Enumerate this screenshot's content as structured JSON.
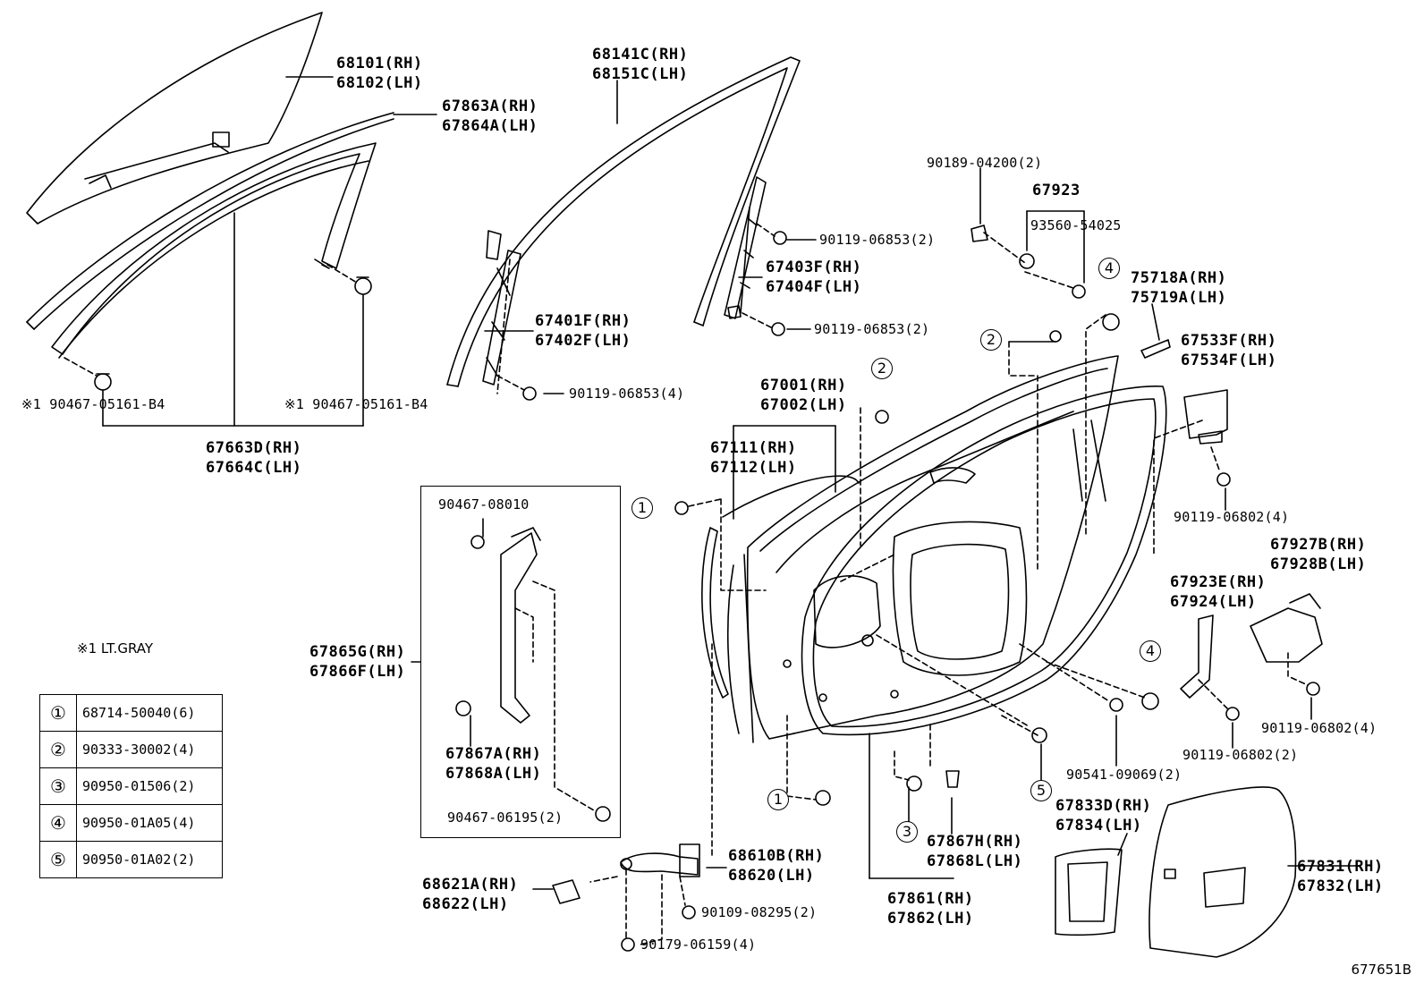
{
  "labels": {
    "glass": [
      "68101(RH)",
      "68102(LH)"
    ],
    "belt_mould": [
      "67863A(RH)",
      "67864A(LH)"
    ],
    "frame_mould": [
      "68141C(RH)",
      "68151C(LH)"
    ],
    "garnish_clip_left": "※1 90467-05161-B4",
    "garnish_clip_right": "※1 90467-05161-B4",
    "frame_garnish": [
      "67663D(RH)",
      "67664C(LH)"
    ],
    "run_channel_front": [
      "67401F(RH)",
      "67402F(LH)"
    ],
    "bolt_front_channel": "90119-06853(4)",
    "run_channel_rear": [
      "67403F(RH)",
      "67404F(LH)"
    ],
    "bolt_rear_top": "90119-06853(2)",
    "bolt_rear_bottom": "90119-06853(2)",
    "clip_top": "90189-04200(2)",
    "set_67923": "67923",
    "set_93560": "93560-54025",
    "door_panel": [
      "67001(RH)",
      "67002(LH)"
    ],
    "door_panel_sub": [
      "67111(RH)",
      "67112(LH)"
    ],
    "seal_tape": [
      "75718A(RH)",
      "75719A(LH)"
    ],
    "bracket": [
      "67533F(RH)",
      "67534F(LH)"
    ],
    "bolt_bracket": "90119-06802(4)",
    "pad_923": [
      "67923E(RH)",
      "67924(LH)"
    ],
    "pad_927": [
      "67927B(RH)",
      "67928B(LH)"
    ],
    "bolt_pad_927": "90119-06802(4)",
    "bolt_pad_923": "90119-06802(2)",
    "plug_bottom": "90541-09069(2)",
    "inset_clip_top": "90467-08010",
    "inset_part": [
      "67865G(RH)",
      "67866F(LH)"
    ],
    "inset_sub": [
      "67867A(RH)",
      "67868A(LH)"
    ],
    "inset_clip_bottom": "90467-06195(2)",
    "check_arm": [
      "68610B(RH)",
      "68620(LH)"
    ],
    "check_cap": [
      "68621A(RH)",
      "68622(LH)"
    ],
    "bolt_check_1": "90109-08295(2)",
    "bolt_check_2": "90179-06159(4)",
    "weatherstrip": [
      "67861(RH)",
      "67862(LH)"
    ],
    "clip_strip": [
      "67867H(RH)",
      "67868L(LH)"
    ],
    "service_hole_small": [
      "67833D(RH)",
      "67834(LH)"
    ],
    "service_hole_large": [
      "67831(RH)",
      "67832(LH)"
    ]
  },
  "note": "※1 LT.GRAY",
  "legend": [
    {
      "num": "①",
      "part": "68714-50040(6)"
    },
    {
      "num": "②",
      "part": "90333-30002(4)"
    },
    {
      "num": "③",
      "part": "90950-01506(2)"
    },
    {
      "num": "④",
      "part": "90950-01A05(4)"
    },
    {
      "num": "⑤",
      "part": "90950-01A02(2)"
    }
  ],
  "callouts": {
    "c1": "1",
    "c2": "2",
    "c3": "3",
    "c4": "4",
    "c5": "5"
  },
  "figure_code": "677651B"
}
